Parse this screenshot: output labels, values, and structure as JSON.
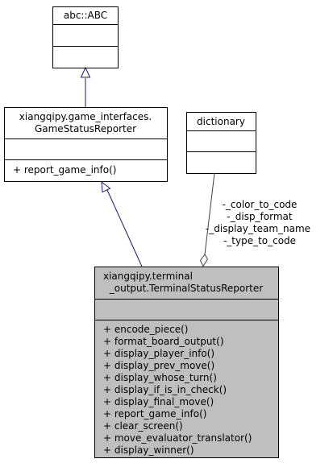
{
  "classes": {
    "abc": {
      "name_lines": [
        "abc::ABC"
      ],
      "attributes": [],
      "methods": []
    },
    "game_status_reporter": {
      "name_lines": [
        "xiangqipy.game_interfaces.",
        "GameStatusReporter"
      ],
      "attributes": [],
      "methods": [
        "+ report_game_info()"
      ]
    },
    "dictionary": {
      "name_lines": [
        "dictionary"
      ],
      "attributes": [],
      "methods": []
    },
    "terminal_status_reporter": {
      "name_lines": [
        "xiangqipy.terminal",
        "_output.TerminalStatusReporter"
      ],
      "attributes": [],
      "methods": [
        "+ encode_piece()",
        "+ format_board_output()",
        "+ display_player_info()",
        "+ display_prev_move()",
        "+ display_whose_turn()",
        "+ display_if_is_in_check()",
        "+ display_final_move()",
        "+ report_game_info()",
        "+ clear_screen()",
        "+ move_evaluator_translator()",
        "+ display_winner()"
      ]
    }
  },
  "aggregation_labels": [
    "-_color_to_code",
    "-_disp_format",
    "-_display_team_name",
    "-_type_to_code"
  ],
  "colors": {
    "highlight_fill": "#bfbfbf",
    "inheritance_edge": "#191970",
    "association_edge": "#404040",
    "box_border": "#000000"
  }
}
